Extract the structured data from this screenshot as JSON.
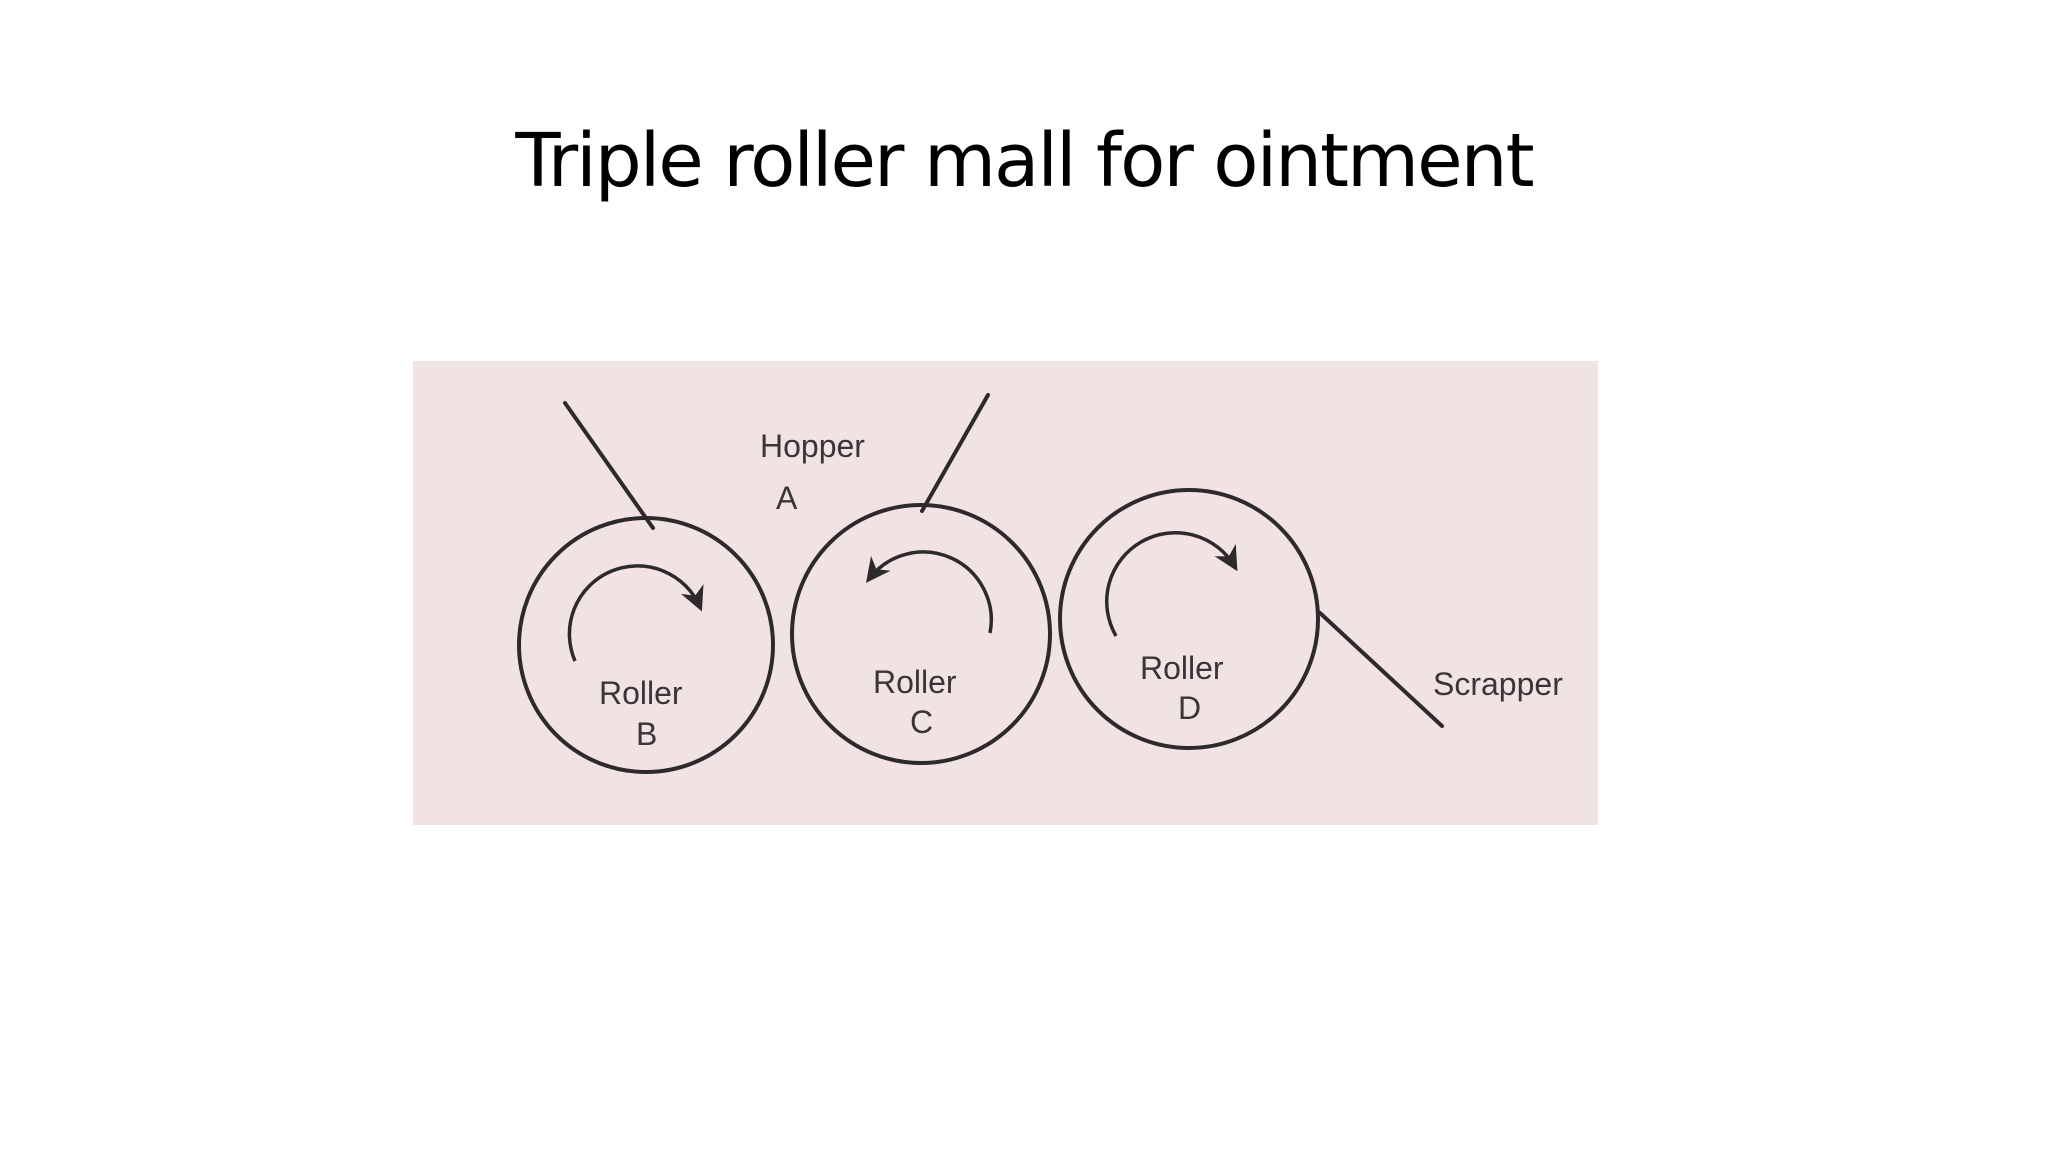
{
  "slide": {
    "title": "Triple roller mall for ointment"
  },
  "diagram": {
    "colors": {
      "panel_background": "#f1e3e4",
      "stroke": "#2e2a2c",
      "label": "#3a3537"
    },
    "labels": {
      "hopper": "Hopper",
      "hopper_letter": "A",
      "roller_b_word": "Roller",
      "roller_b_letter": "B",
      "roller_c_word": "Roller",
      "roller_c_letter": "C",
      "roller_d_word": "Roller",
      "roller_d_letter": "D",
      "scrapper": "Scrapper"
    },
    "rollers": [
      {
        "id": "B",
        "rotation": "clockwise"
      },
      {
        "id": "C",
        "rotation": "counterclockwise"
      },
      {
        "id": "D",
        "rotation": "clockwise"
      }
    ]
  }
}
